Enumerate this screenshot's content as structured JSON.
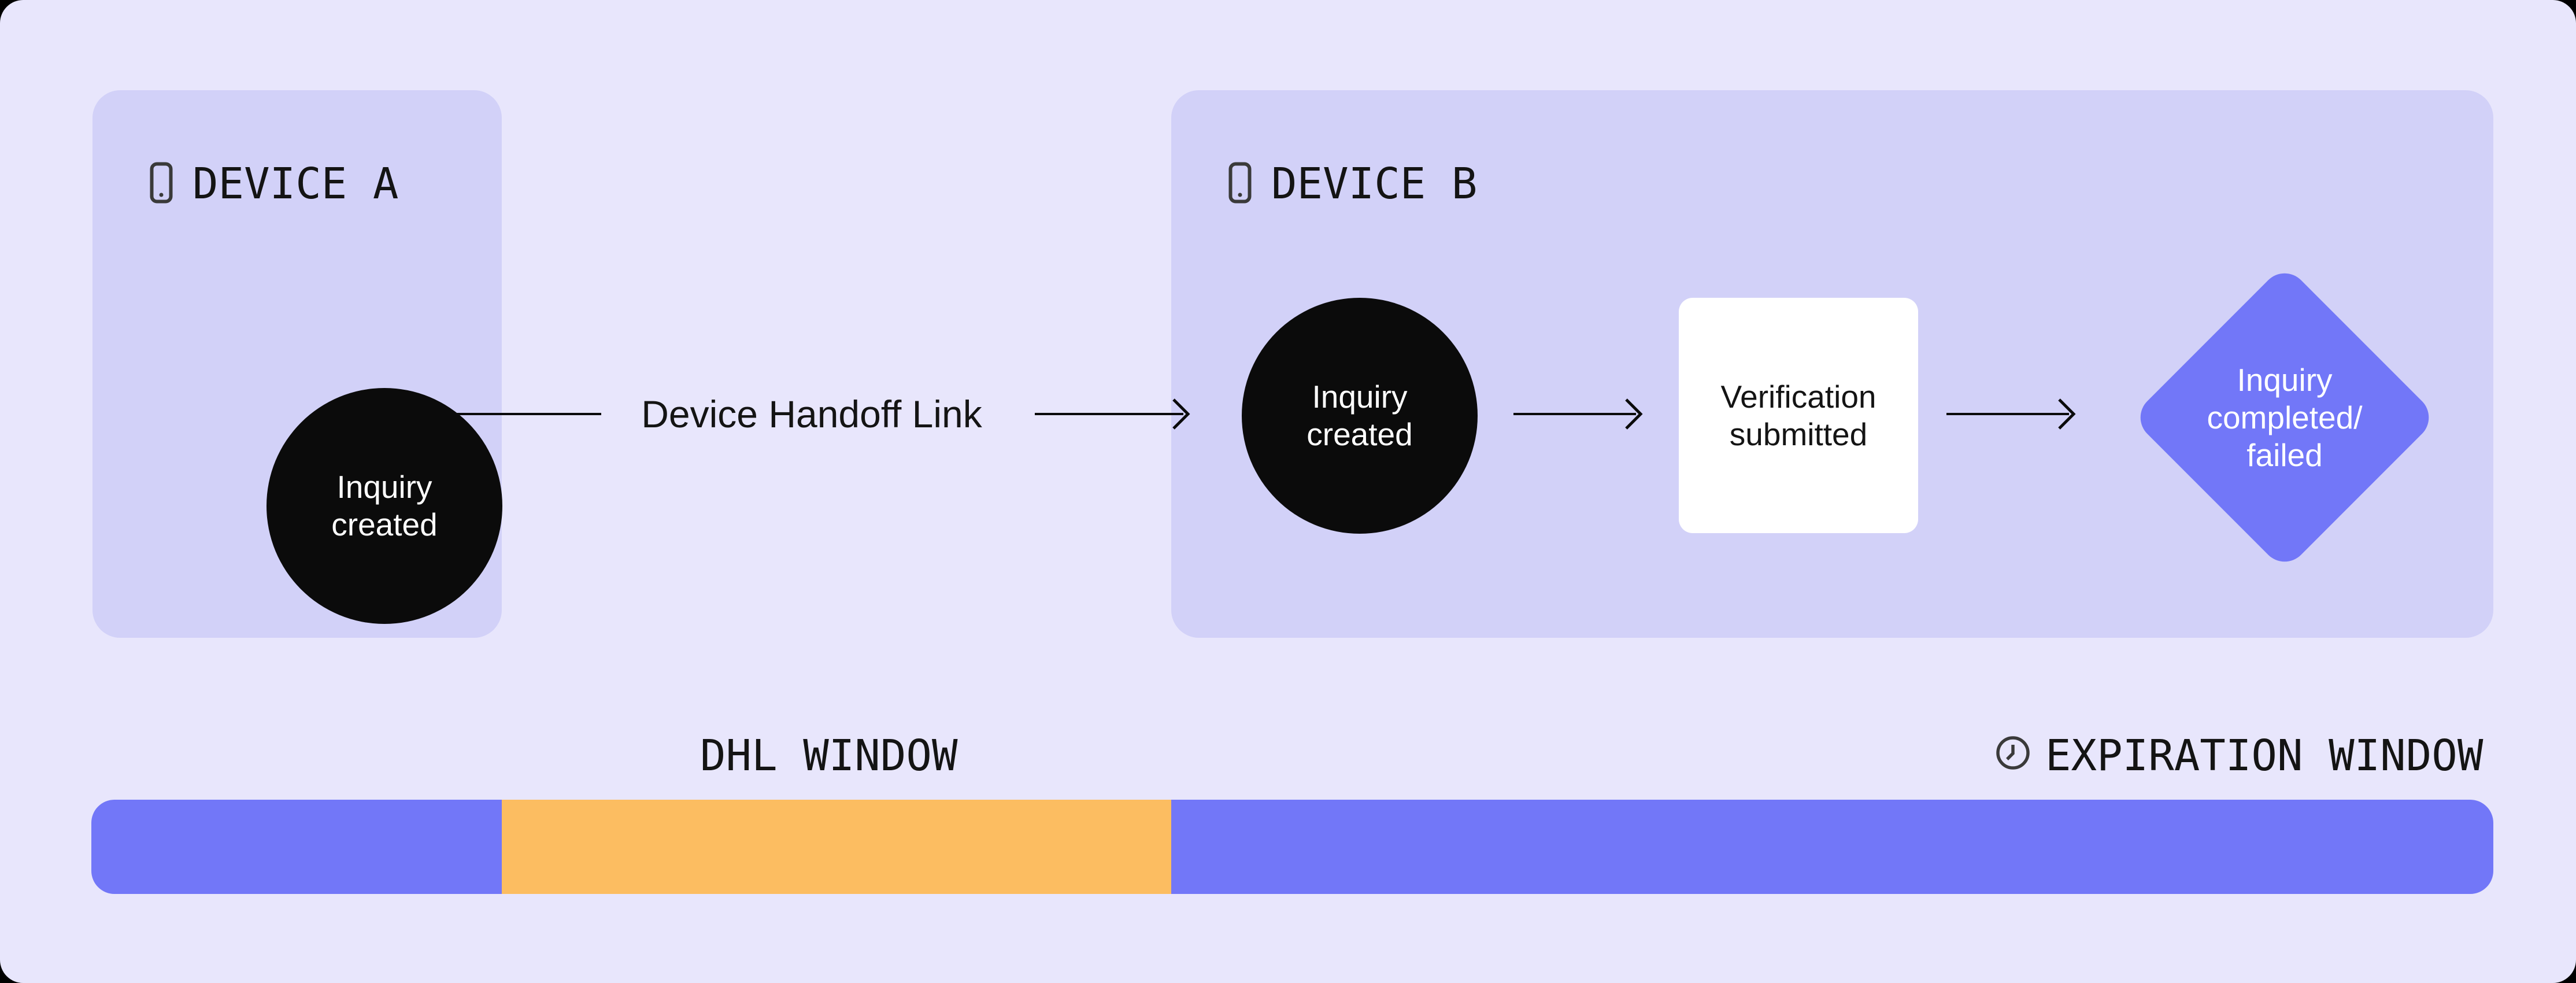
{
  "colors": {
    "page_bg": "#000000",
    "canvas_bg": "#E8E6FC",
    "panel_bg": "#D2D1F8",
    "node_black": "#0B0B0B",
    "node_white": "#FFFFFF",
    "accent_purple": "#7277F8",
    "accent_orange": "#FCBD61",
    "ink": "#141414",
    "icon_stroke": "#3A3A3A",
    "text_on_dark": "#FFFFFF"
  },
  "device_a": {
    "label": "DEVICE A",
    "icon": "phone-icon",
    "node": {
      "shape": "circle",
      "lines": [
        "Inquiry",
        "created"
      ]
    }
  },
  "handoff": {
    "label": "Device Handoff Link"
  },
  "device_b": {
    "label": "DEVICE B",
    "icon": "phone-icon",
    "circle_node": {
      "shape": "circle",
      "lines": [
        "Inquiry",
        "created"
      ]
    },
    "square_node": {
      "shape": "rounded-square",
      "lines": [
        "Verification",
        "submitted"
      ]
    },
    "diamond_node": {
      "shape": "diamond",
      "lines": [
        "Inquiry",
        "completed/",
        "failed"
      ]
    }
  },
  "timeline": {
    "dhl_label": "DHL WINDOW",
    "expiration_label": "EXPIRATION WINDOW",
    "expiration_icon": "clock-icon",
    "segments": [
      {
        "name": "device-a-active",
        "color": "#7277F8"
      },
      {
        "name": "dhl-window",
        "color": "#FCBD61"
      },
      {
        "name": "device-b-active",
        "color": "#7277F8"
      }
    ]
  }
}
